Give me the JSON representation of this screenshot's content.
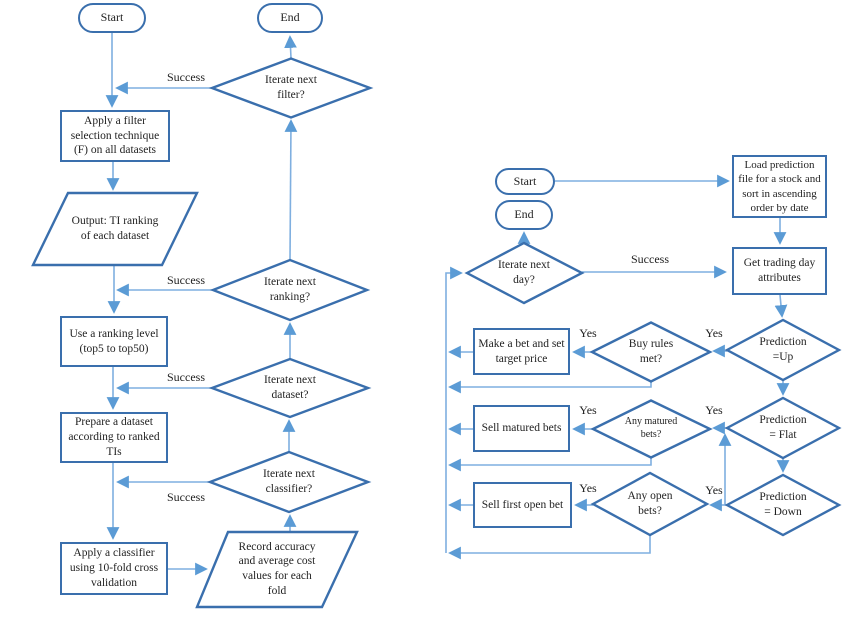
{
  "terms": {
    "start": "Start",
    "end": "End",
    "success": "Success",
    "yes": "Yes"
  },
  "colors": {
    "shape_stroke": "#3a6fad",
    "connector_line": "#7fafe0",
    "arrowhead": "#5b9bd5",
    "text": "#1f1f1f",
    "background": "#ffffff"
  },
  "left_chart": {
    "apply_filter": "Apply a filter\nselection technique\n(F) on all datasets",
    "output_ranking": "Output: TI ranking\nof each dataset",
    "use_ranking": "Use a ranking level\n(top5 to top50)",
    "prepare_dataset": "Prepare a dataset\naccording to ranked\nTIs",
    "apply_classifier": "Apply a classifier\nusing 10-fold cross\nvalidation",
    "record_accuracy": "Record accuracy\nand average cost\nvalues for each\nfold",
    "iterate_filter": "Iterate next\nfilter?",
    "iterate_ranking": "Iterate next\nranking?",
    "iterate_dataset": "Iterate next\ndataset?",
    "iterate_classifier": "Iterate next\nclassifier?"
  },
  "right_chart": {
    "load_prediction": "Load prediction\nfile for a stock and\nsort in ascending\norder by date",
    "get_attributes": "Get trading day\nattributes",
    "iterate_day": "Iterate next\nday?",
    "prediction_up": "Prediction\n=Up",
    "buy_rules": "Buy rules\nmet?",
    "make_bet": "Make a bet and set\ntarget price",
    "prediction_flat": "Prediction\n= Flat",
    "any_matured": "Any matured\nbets?",
    "sell_matured": "Sell matured bets",
    "prediction_down": "Prediction\n= Down",
    "any_open": "Any open\nbets?",
    "sell_first": "Sell first open bet"
  }
}
